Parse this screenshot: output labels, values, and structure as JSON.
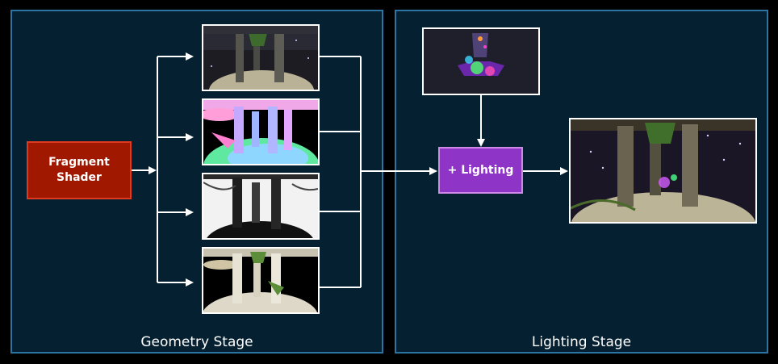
{
  "colors": {
    "background": "#000000",
    "panel_fill": "#052030",
    "panel_border": "#2c74a4",
    "fragment_box": "#a01800",
    "fragment_border": "#e03a1e",
    "lighting_box": "#8e34c6",
    "lighting_border": "#cf8ae8",
    "wire": "#ffffff"
  },
  "geometry_stage": {
    "label": "Geometry Stage",
    "fragment_shader_label": "Fragment\nShader",
    "gbuffer_images": [
      {
        "icon": "albedo-render-thumbnail"
      },
      {
        "icon": "normal-map-thumbnail"
      },
      {
        "icon": "depth-map-thumbnail"
      },
      {
        "icon": "diffuse-render-thumbnail"
      }
    ]
  },
  "lighting_stage": {
    "label": "Lighting Stage",
    "lighting_label": "+ Lighting",
    "light_input_icon": "light-volumes-thumbnail",
    "output_icon": "final-render-thumbnail"
  }
}
